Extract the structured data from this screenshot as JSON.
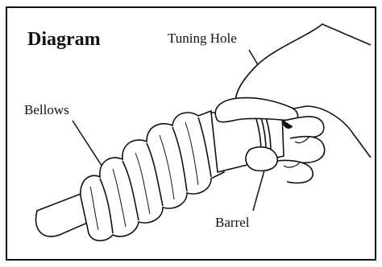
{
  "diagram": {
    "title": "Diagram",
    "labels": {
      "tuning_hole": "Tuning Hole",
      "bellows": "Bellows",
      "barrel": "Barrel"
    }
  },
  "colors": {
    "ink": "#111111",
    "background": "#ffffff"
  }
}
